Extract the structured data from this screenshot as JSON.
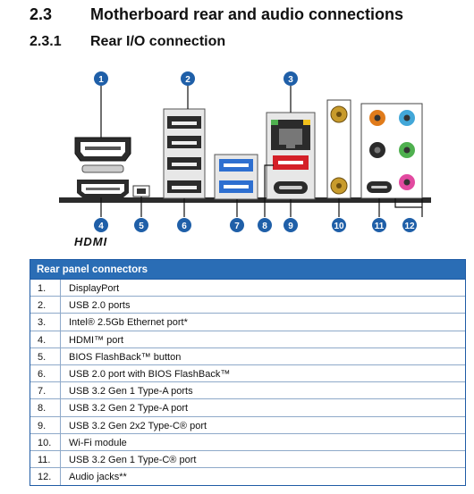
{
  "section": {
    "number": "2.3",
    "title": "Motherboard rear and audio connections"
  },
  "subsection": {
    "number": "2.3.1",
    "title": "Rear I/O connection"
  },
  "diagram": {
    "callouts": [
      "1",
      "2",
      "3",
      "4",
      "5",
      "6",
      "7",
      "8",
      "9",
      "10",
      "11",
      "12"
    ],
    "logo_text": "HDMI",
    "colors": {
      "callout": "#1f5fa8",
      "usb3": "#2e6fd0",
      "usb_red": "#d42028",
      "audio_orange": "#e07b1b",
      "audio_blue": "#42a7d8",
      "audio_green": "#4fb04f",
      "audio_pink": "#e24aa0",
      "wifi_gold": "#c89b2c"
    }
  },
  "table": {
    "header": "Rear panel connectors",
    "rows": [
      {
        "num": "1.",
        "desc": "DisplayPort"
      },
      {
        "num": "2.",
        "desc": "USB 2.0 ports"
      },
      {
        "num": "3.",
        "desc": "Intel® 2.5Gb Ethernet port*"
      },
      {
        "num": "4.",
        "desc": "HDMI™ port"
      },
      {
        "num": "5.",
        "desc": "BIOS FlashBack™ button"
      },
      {
        "num": "6.",
        "desc": "USB 2.0 port with BIOS FlashBack™"
      },
      {
        "num": "7.",
        "desc": "USB 3.2 Gen 1 Type-A ports"
      },
      {
        "num": "8.",
        "desc": "USB 3.2 Gen 2 Type-A port"
      },
      {
        "num": "9.",
        "desc": "USB 3.2 Gen 2x2 Type-C® port"
      },
      {
        "num": "10.",
        "desc": "Wi-Fi module"
      },
      {
        "num": "11.",
        "desc": "USB 3.2 Gen 1 Type-C® port"
      },
      {
        "num": "12.",
        "desc": "Audio jacks**"
      }
    ]
  }
}
